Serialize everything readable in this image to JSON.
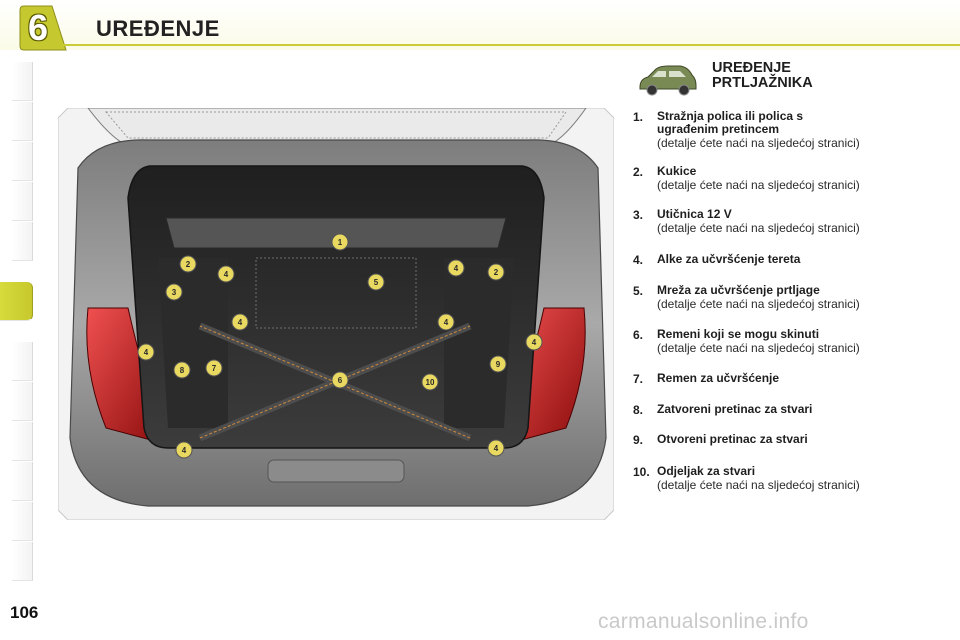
{
  "header": {
    "chapter_number": "6",
    "chapter_title": "UREĐENJE",
    "accent_color": "#c9cc36"
  },
  "section": {
    "title_line1": "UREĐENJE",
    "title_line2": "PRTLJAŽNIKA",
    "icon": "car-icon"
  },
  "items": [
    {
      "num": "1.",
      "title": "Stražnja polica ili polica s ugrađenim pretincem",
      "detail": "(detalje ćete naći na sljedećoj stranici)"
    },
    {
      "num": "2.",
      "title": "Kukice",
      "detail": "(detalje ćete naći na sljedećoj stranici)"
    },
    {
      "num": "3.",
      "title": "Utičnica 12 V",
      "detail": "(detalje ćete naći na sljedećoj stranici)"
    },
    {
      "num": "4.",
      "title": "Alke za učvršćenje tereta",
      "detail": ""
    },
    {
      "num": "5.",
      "title": "Mreža za učvršćenje prtljage",
      "detail": "(detalje ćete naći na sljedećoj stranici)"
    },
    {
      "num": "6.",
      "title": "Remeni koji se mogu skinuti",
      "detail": "(detalje ćete naći na sljedećoj stranici)"
    },
    {
      "num": "7.",
      "title": "Remen za učvršćenje",
      "detail": ""
    },
    {
      "num": "8.",
      "title": "Zatvoreni pretinac za stvari",
      "detail": ""
    },
    {
      "num": "9.",
      "title": "Otvoreni pretinac za stvari",
      "detail": ""
    },
    {
      "num": "10.",
      "title": "Odjeljak za stvari",
      "detail": "(detalje ćete naći na sljedećoj stranici)"
    }
  ],
  "figure": {
    "markers": [
      "1",
      "2",
      "2",
      "3",
      "4",
      "4",
      "4",
      "4",
      "4",
      "4",
      "4",
      "4",
      "5",
      "6",
      "7",
      "8",
      "9",
      "10"
    ]
  },
  "footer": {
    "page_number": "106",
    "watermark": "carmanualsonline.info"
  }
}
